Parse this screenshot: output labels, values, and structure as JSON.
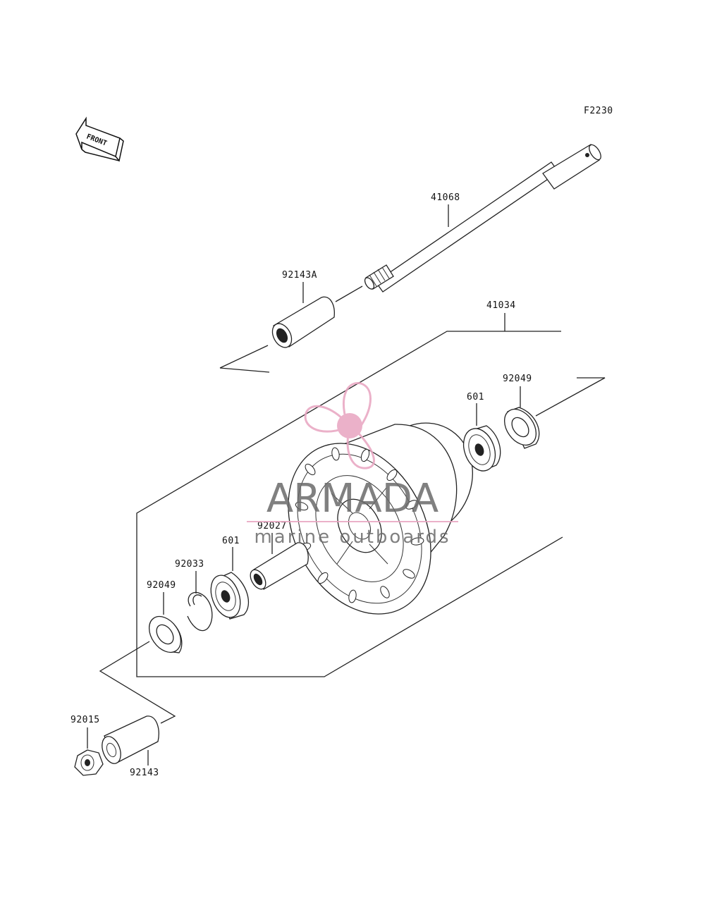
{
  "figure_code": "F2230",
  "front_label": "FRONT",
  "parts": {
    "axle": "41068",
    "collar_left": "92143A",
    "wheel": "41034",
    "bearing_right": "601",
    "seal_right": "92049",
    "spacer": "92027",
    "bearing_left": "601",
    "circlip": "92033",
    "seal_left": "92049",
    "nut": "92015",
    "collar_bottom": "92143"
  },
  "watermark": {
    "brand": "ARMADA",
    "tagline": "marine outboards",
    "logo_color": "#e8a4c0",
    "text_color": "#6a6a6a"
  }
}
